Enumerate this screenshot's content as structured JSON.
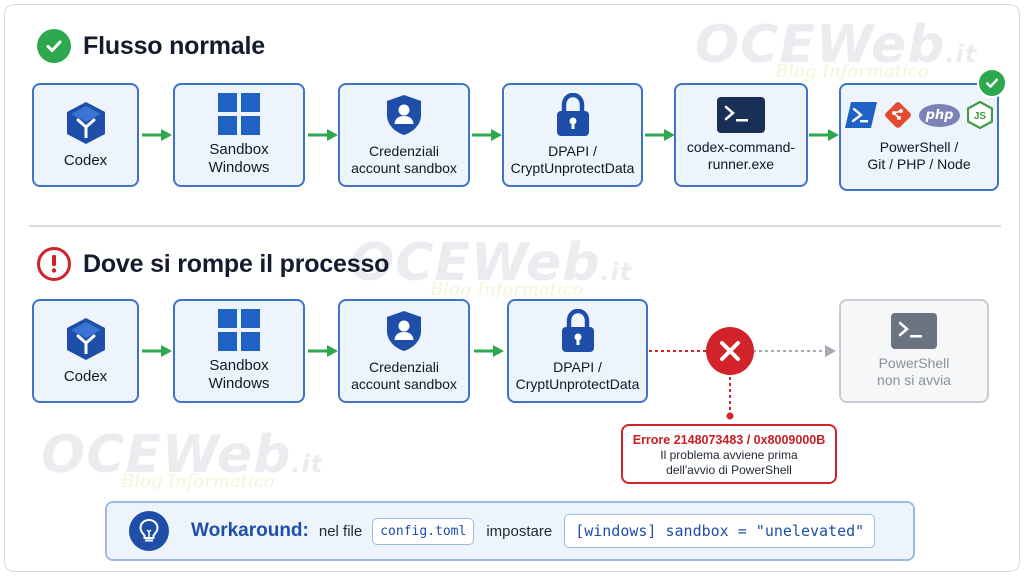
{
  "sections": {
    "normal": {
      "title": "Flusso normale"
    },
    "broken": {
      "title": "Dove si rompe il processo"
    }
  },
  "flow_normal": [
    {
      "id": "codex",
      "label": "Codex",
      "icon": "codex-logo-icon"
    },
    {
      "id": "sandbox",
      "label": "Sandbox\nWindows",
      "icon": "windows-logo-icon"
    },
    {
      "id": "credentials",
      "label": "Credenziali\naccount sandbox",
      "icon": "shield-user-icon"
    },
    {
      "id": "dpapi",
      "label": "DPAPI /\nCryptUnprotectData",
      "icon": "padlock-icon"
    },
    {
      "id": "runner",
      "label": "codex-command-\nrunner.exe",
      "icon": "terminal-icon"
    },
    {
      "id": "tools",
      "label": "PowerShell /\nGit / PHP / Node",
      "icon": "tools-icons",
      "tool_labels": [
        "php",
        "JS"
      ]
    }
  ],
  "flow_broken": [
    {
      "id": "codex",
      "label": "Codex",
      "icon": "codex-logo-icon"
    },
    {
      "id": "sandbox",
      "label": "Sandbox\nWindows",
      "icon": "windows-logo-icon"
    },
    {
      "id": "credentials",
      "label": "Credenziali\naccount sandbox",
      "icon": "shield-user-icon"
    },
    {
      "id": "dpapi",
      "label": "DPAPI /\nCryptUnprotectData",
      "icon": "padlock-icon"
    },
    {
      "id": "powershell",
      "label": "PowerShell\nnon si avvia",
      "icon": "terminal-icon",
      "disabled": true
    }
  ],
  "error": {
    "title": "Errore 2148073483 / 0x8009000B",
    "text_line1": "Il problema avviene prima",
    "text_line2": "dell'avvio di PowerShell"
  },
  "workaround": {
    "title": "Workaround:",
    "text1": "nel file",
    "file": "config.toml",
    "text2": "impostare",
    "code": "[windows] sandbox = \"unelevated\""
  },
  "watermark": {
    "brand": "OCEWeb",
    "tld": ".it",
    "tagline": "Blog Informatico"
  },
  "colors": {
    "primary": "#1e4ea8",
    "accent_green": "#2ea84f",
    "error_red": "#d2232a",
    "node_border": "#3f73c6",
    "node_bg": "#eef4fc"
  }
}
